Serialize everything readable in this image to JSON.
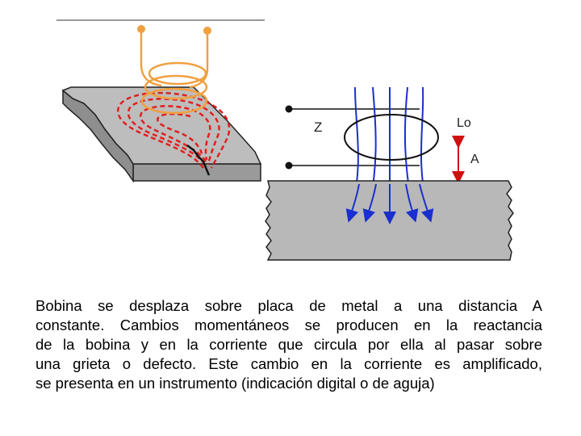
{
  "labels": {
    "z": "Z",
    "lo": "Lo",
    "a": "A"
  },
  "caption": {
    "lines": [
      "Bobina se desplaza sobre placa de metal a una distancia A",
      "constante. Cambios momentáneos se producen en la reactancia",
      "de la bobina y en la corriente que circula por ella al pasar sobre",
      "una grieta o defecto. Este cambio en la corriente es amplificado,",
      "se presenta en un instrumento (indicación digital o de aguja)"
    ]
  },
  "colors": {
    "coil": "#f0a040",
    "eddy_current": "#e02020",
    "field_lines": "#1a2fd0",
    "plate_top": "#bdbdbd",
    "plate_face": "#a8a8a8",
    "distance_arrow": "#d01010"
  }
}
